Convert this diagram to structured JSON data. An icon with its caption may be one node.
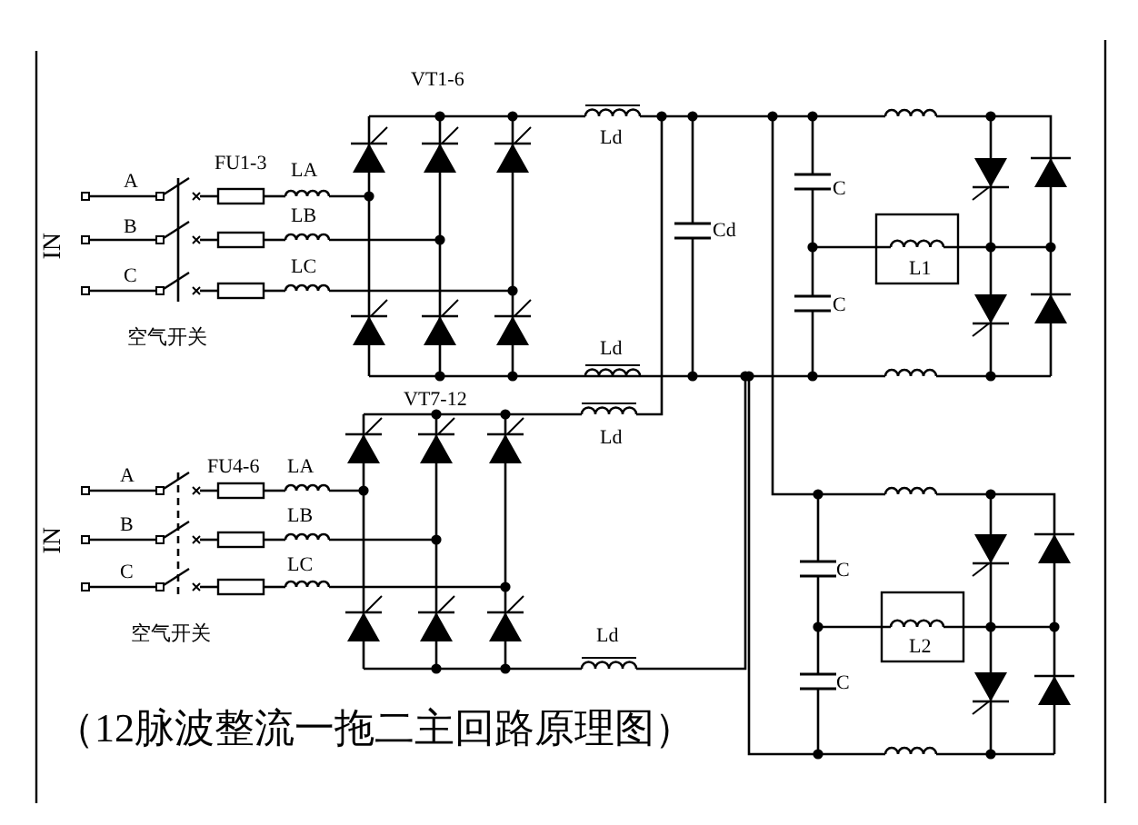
{
  "diagram": {
    "caption": "（12脉波整流一拖二主回路原理图）",
    "labels": [
      "IN",
      "A",
      "B",
      "C",
      "FU1-3",
      "LA",
      "LB",
      "LC",
      "空气开关",
      "VT1-6",
      "Ld",
      "Cd",
      "Ld",
      "VT7-12",
      "Ld",
      "A",
      "B",
      "C",
      "FU4-6",
      "LA",
      "LB",
      "LC",
      "IN",
      "空气开关",
      "Ld",
      "C",
      "C",
      "L1",
      "C",
      "C",
      "L2"
    ]
  }
}
